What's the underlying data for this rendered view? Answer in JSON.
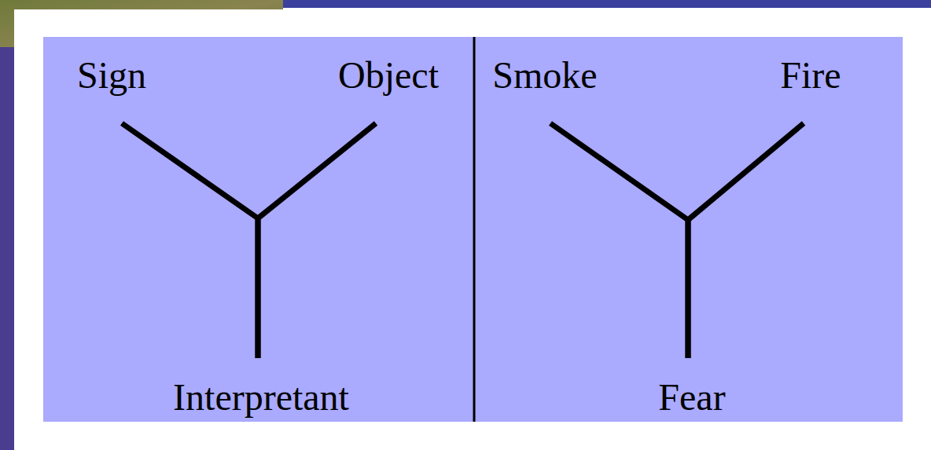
{
  "diagram": {
    "nodes": [
      {
        "text": [
          "Sign"
        ]
      },
      {
        "text": [
          "Object"
        ]
      },
      {
        "text": [
          "Interpretant"
        ]
      },
      {
        "text": [
          "Smoke"
        ]
      },
      {
        "text": [
          "Fire"
        ]
      },
      {
        "text": [
          "Fear"
        ]
      }
    ],
    "edges": [
      {
        "from": 0,
        "to": 2,
        "arrow": "none"
      },
      {
        "from": 1,
        "to": 2,
        "arrow": "none"
      },
      {
        "from": 3,
        "to": 5,
        "arrow": "none"
      },
      {
        "from": 4,
        "to": 5,
        "arrow": "none"
      }
    ]
  }
}
